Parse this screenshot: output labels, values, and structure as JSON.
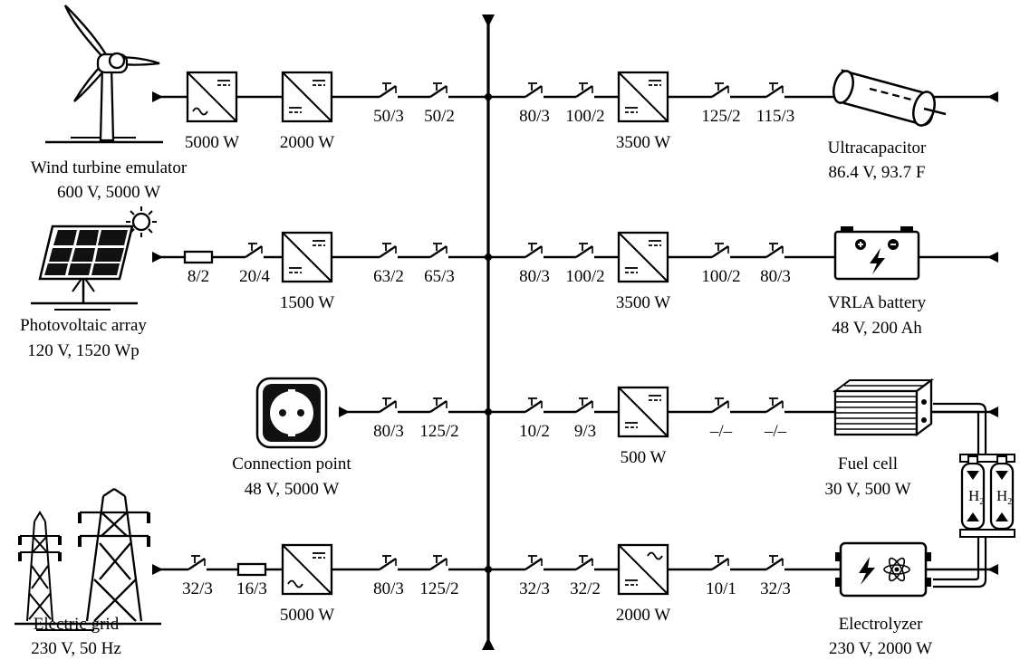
{
  "sources": {
    "wind": {
      "name": "Wind turbine emulator",
      "spec": "600 V, 5000 W"
    },
    "pv": {
      "name": "Photovoltaic array",
      "spec": "120 V, 1520 Wp"
    },
    "connection": {
      "name": "Connection point",
      "spec": "48 V, 5000 W"
    },
    "grid": {
      "name": "Electric grid",
      "spec": "230 V, 50 Hz"
    }
  },
  "storages": {
    "ultracap": {
      "name": "Ultracapacitor",
      "spec": "86.4 V, 93.7 F"
    },
    "battery": {
      "name": "VRLA battery",
      "spec": "48 V, 200 Ah"
    },
    "fuelcell": {
      "name": "Fuel cell",
      "spec": "30 V, 500 W"
    },
    "electrolyzer": {
      "name": "Electrolyzer",
      "spec": "230 V, 2000 W"
    }
  },
  "hydrogen_label": "H",
  "hydrogen_sub": "2",
  "rows": [
    {
      "left_items": [
        {
          "kind": "converter",
          "rating": "5000 W",
          "top": "dc",
          "bottom": "ac"
        },
        {
          "kind": "converter",
          "rating": "2000 W",
          "top": "dc",
          "bottom": "dc"
        },
        {
          "kind": "switch",
          "label": "50/3"
        },
        {
          "kind": "switch",
          "label": "50/2"
        }
      ],
      "right_items": [
        {
          "kind": "switch",
          "label": "80/3"
        },
        {
          "kind": "switch",
          "label": "100/2"
        },
        {
          "kind": "converter",
          "rating": "3500 W",
          "top": "dc",
          "bottom": "dc"
        },
        {
          "kind": "switch",
          "label": "125/2"
        },
        {
          "kind": "switch",
          "label": "115/3"
        }
      ]
    },
    {
      "left_items": [
        {
          "kind": "fuse",
          "label": "8/2"
        },
        {
          "kind": "switch",
          "label": "20/4"
        },
        {
          "kind": "converter",
          "rating": "1500 W",
          "top": "dc",
          "bottom": "dc"
        },
        {
          "kind": "switch",
          "label": "63/2"
        },
        {
          "kind": "switch",
          "label": "65/3"
        }
      ],
      "right_items": [
        {
          "kind": "switch",
          "label": "80/3"
        },
        {
          "kind": "switch",
          "label": "100/2"
        },
        {
          "kind": "converter",
          "rating": "3500 W",
          "top": "dc",
          "bottom": "dc"
        },
        {
          "kind": "switch",
          "label": "100/2"
        },
        {
          "kind": "switch",
          "label": "80/3"
        }
      ]
    },
    {
      "left_items": [
        {
          "kind": "switch",
          "label": "80/3"
        },
        {
          "kind": "switch",
          "label": "125/2"
        }
      ],
      "right_items": [
        {
          "kind": "switch",
          "label": "10/2"
        },
        {
          "kind": "switch",
          "label": "9/3"
        },
        {
          "kind": "converter",
          "rating": "500 W",
          "top": "dc",
          "bottom": "dc"
        },
        {
          "kind": "switch",
          "label": "–/–"
        },
        {
          "kind": "switch",
          "label": "–/–"
        }
      ]
    },
    {
      "left_items": [
        {
          "kind": "switch",
          "label": "32/3"
        },
        {
          "kind": "fuse",
          "label": "16/3"
        },
        {
          "kind": "converter",
          "rating": "5000 W",
          "top": "dc",
          "bottom": "ac"
        },
        {
          "kind": "switch",
          "label": "80/3"
        },
        {
          "kind": "switch",
          "label": "125/2"
        }
      ],
      "right_items": [
        {
          "kind": "switch",
          "label": "32/3"
        },
        {
          "kind": "switch",
          "label": "32/2"
        },
        {
          "kind": "converter",
          "rating": "2000 W",
          "top": "ac",
          "bottom": "dc"
        },
        {
          "kind": "switch",
          "label": "10/1"
        },
        {
          "kind": "switch",
          "label": "32/3"
        }
      ]
    }
  ]
}
